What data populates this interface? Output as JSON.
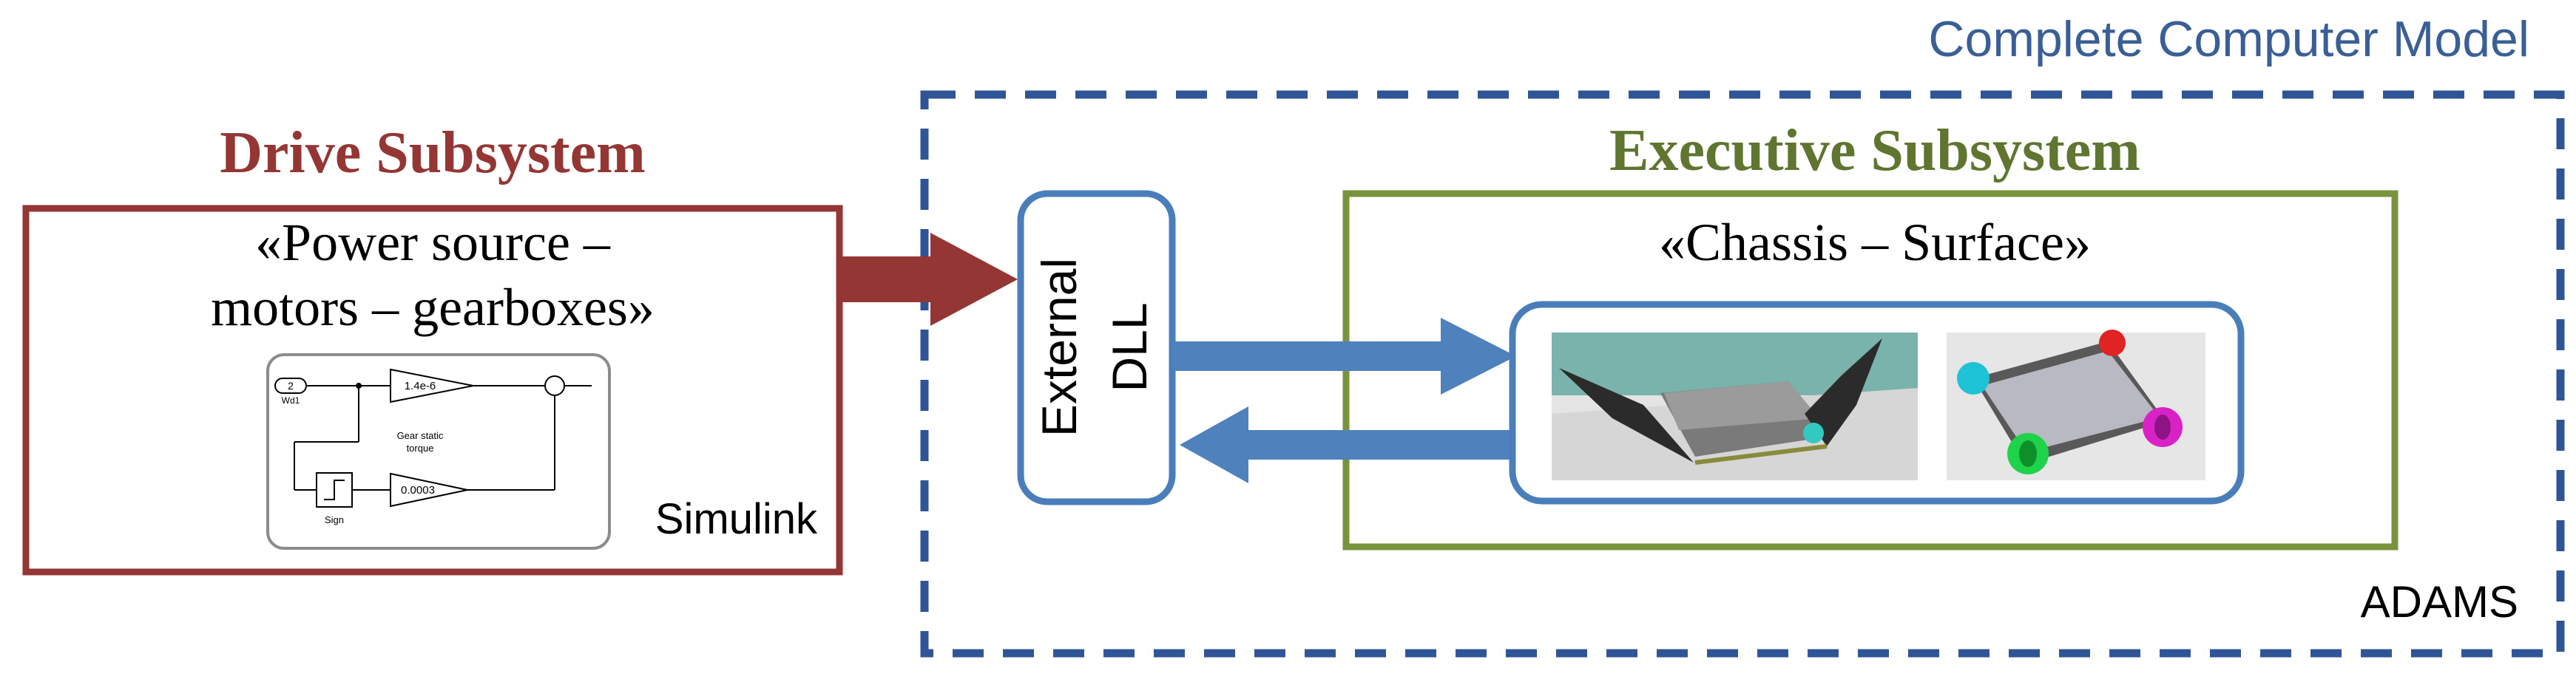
{
  "complete_model": {
    "title": "Complete Computer Model",
    "software": "ADAMS",
    "color": "#2f5597"
  },
  "drive": {
    "heading": "Drive Subsystem",
    "label_line1": "«Power source –",
    "label_line2": "motors – gearboxes»",
    "software": "Simulink",
    "color": "#943634"
  },
  "simulink_model": {
    "inport_number": "2",
    "inport_name": "Wd1",
    "gain_top": "1.4e-6",
    "gain_bottom": "0.0003",
    "block_note_line1": "Gear static",
    "block_note_line2": "torque",
    "sign_label": "Sign"
  },
  "dll": {
    "line1": "External",
    "line2": "DLL",
    "color": "#4a7ebb"
  },
  "executive": {
    "heading": "Executive Subsystem",
    "label": "«Chassis – Surface»",
    "color": "#77933c"
  },
  "icons": [
    "arrow-right-icon",
    "arrow-left-icon",
    "robot-surface-render",
    "robot-chassis-render"
  ]
}
